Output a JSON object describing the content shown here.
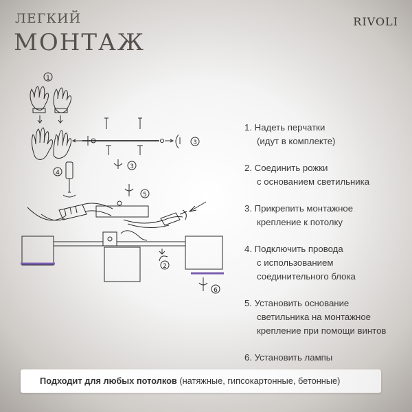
{
  "header": {
    "subtitle": "ЛЕГКИЙ",
    "title": "МОНТАЖ",
    "brand": "RIVOLI"
  },
  "diagram_labels": [
    "1",
    "2",
    "3",
    "3",
    "4",
    "5",
    "6"
  ],
  "steps": [
    {
      "num": "1.",
      "line1": "Надеть перчатки",
      "line2": "(идут в комплекте)"
    },
    {
      "num": "2.",
      "line1": "Соединить рожки",
      "line2": "с основанием светильника"
    },
    {
      "num": "3.",
      "line1": "Прикрепить монтажное",
      "line2": "крепление к потолку"
    },
    {
      "num": "4.",
      "line1": "Подключить провода",
      "line2": "с использованием",
      "line3": "соединительного блока"
    },
    {
      "num": "5.",
      "line1": "Установить основание",
      "line2": "светильника на монтажное",
      "line3": "крепление при помощи винтов"
    },
    {
      "num": "6.",
      "line1": "Установить лампы"
    }
  ],
  "footer": {
    "bold": "Подходит для любых потолков",
    "rest": " (натяжные, гипсокартонные, бетонные)"
  }
}
